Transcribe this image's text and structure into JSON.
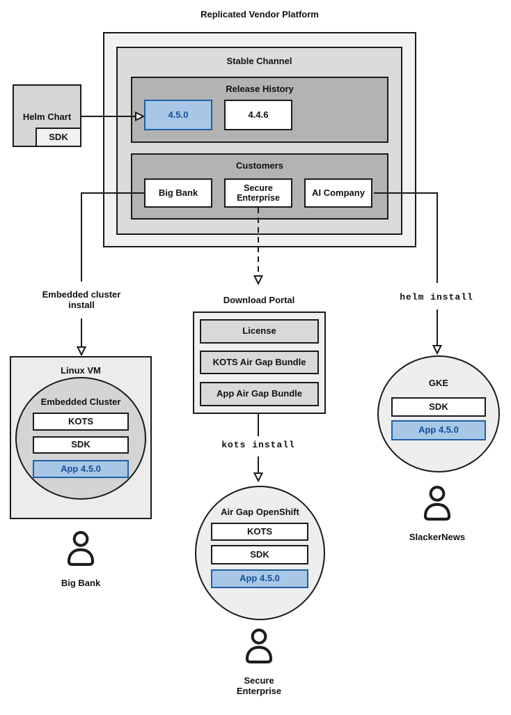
{
  "title": "Replicated Vendor Platform",
  "colors": {
    "accent_fill": "#a8c7e7",
    "accent_border": "#1f5fa6",
    "accent_text": "#164f9a"
  },
  "platform": {
    "stable_channel_label": "Stable Channel",
    "release_history": {
      "label": "Release History",
      "releases": [
        "4.5.0",
        "4.4.6"
      ]
    },
    "customers": {
      "label": "Customers",
      "items": [
        "Big Bank",
        "Secure Enterprise",
        "AI Company"
      ]
    }
  },
  "helm_chart": {
    "label": "Helm Chart",
    "sdk": "SDK"
  },
  "left_flow": {
    "arrow_label": "Embedded cluster\ninstall",
    "vm_label": "Linux VM",
    "cluster_label": "Embedded Cluster",
    "components": [
      "KOTS",
      "SDK",
      "App 4.5.0"
    ],
    "user": "Big Bank"
  },
  "center_flow": {
    "portal_label": "Download Portal",
    "portal_items": [
      "License",
      "KOTS Air Gap Bundle",
      "App Air Gap Bundle"
    ],
    "command": "kots install",
    "cluster_label": "Air Gap OpenShift",
    "components": [
      "KOTS",
      "SDK",
      "App 4.5.0"
    ],
    "user": "Secure\nEnterprise"
  },
  "right_flow": {
    "command": "helm install",
    "cluster_label": "GKE",
    "components": [
      "SDK",
      "App 4.5.0"
    ],
    "user": "SlackerNews"
  }
}
